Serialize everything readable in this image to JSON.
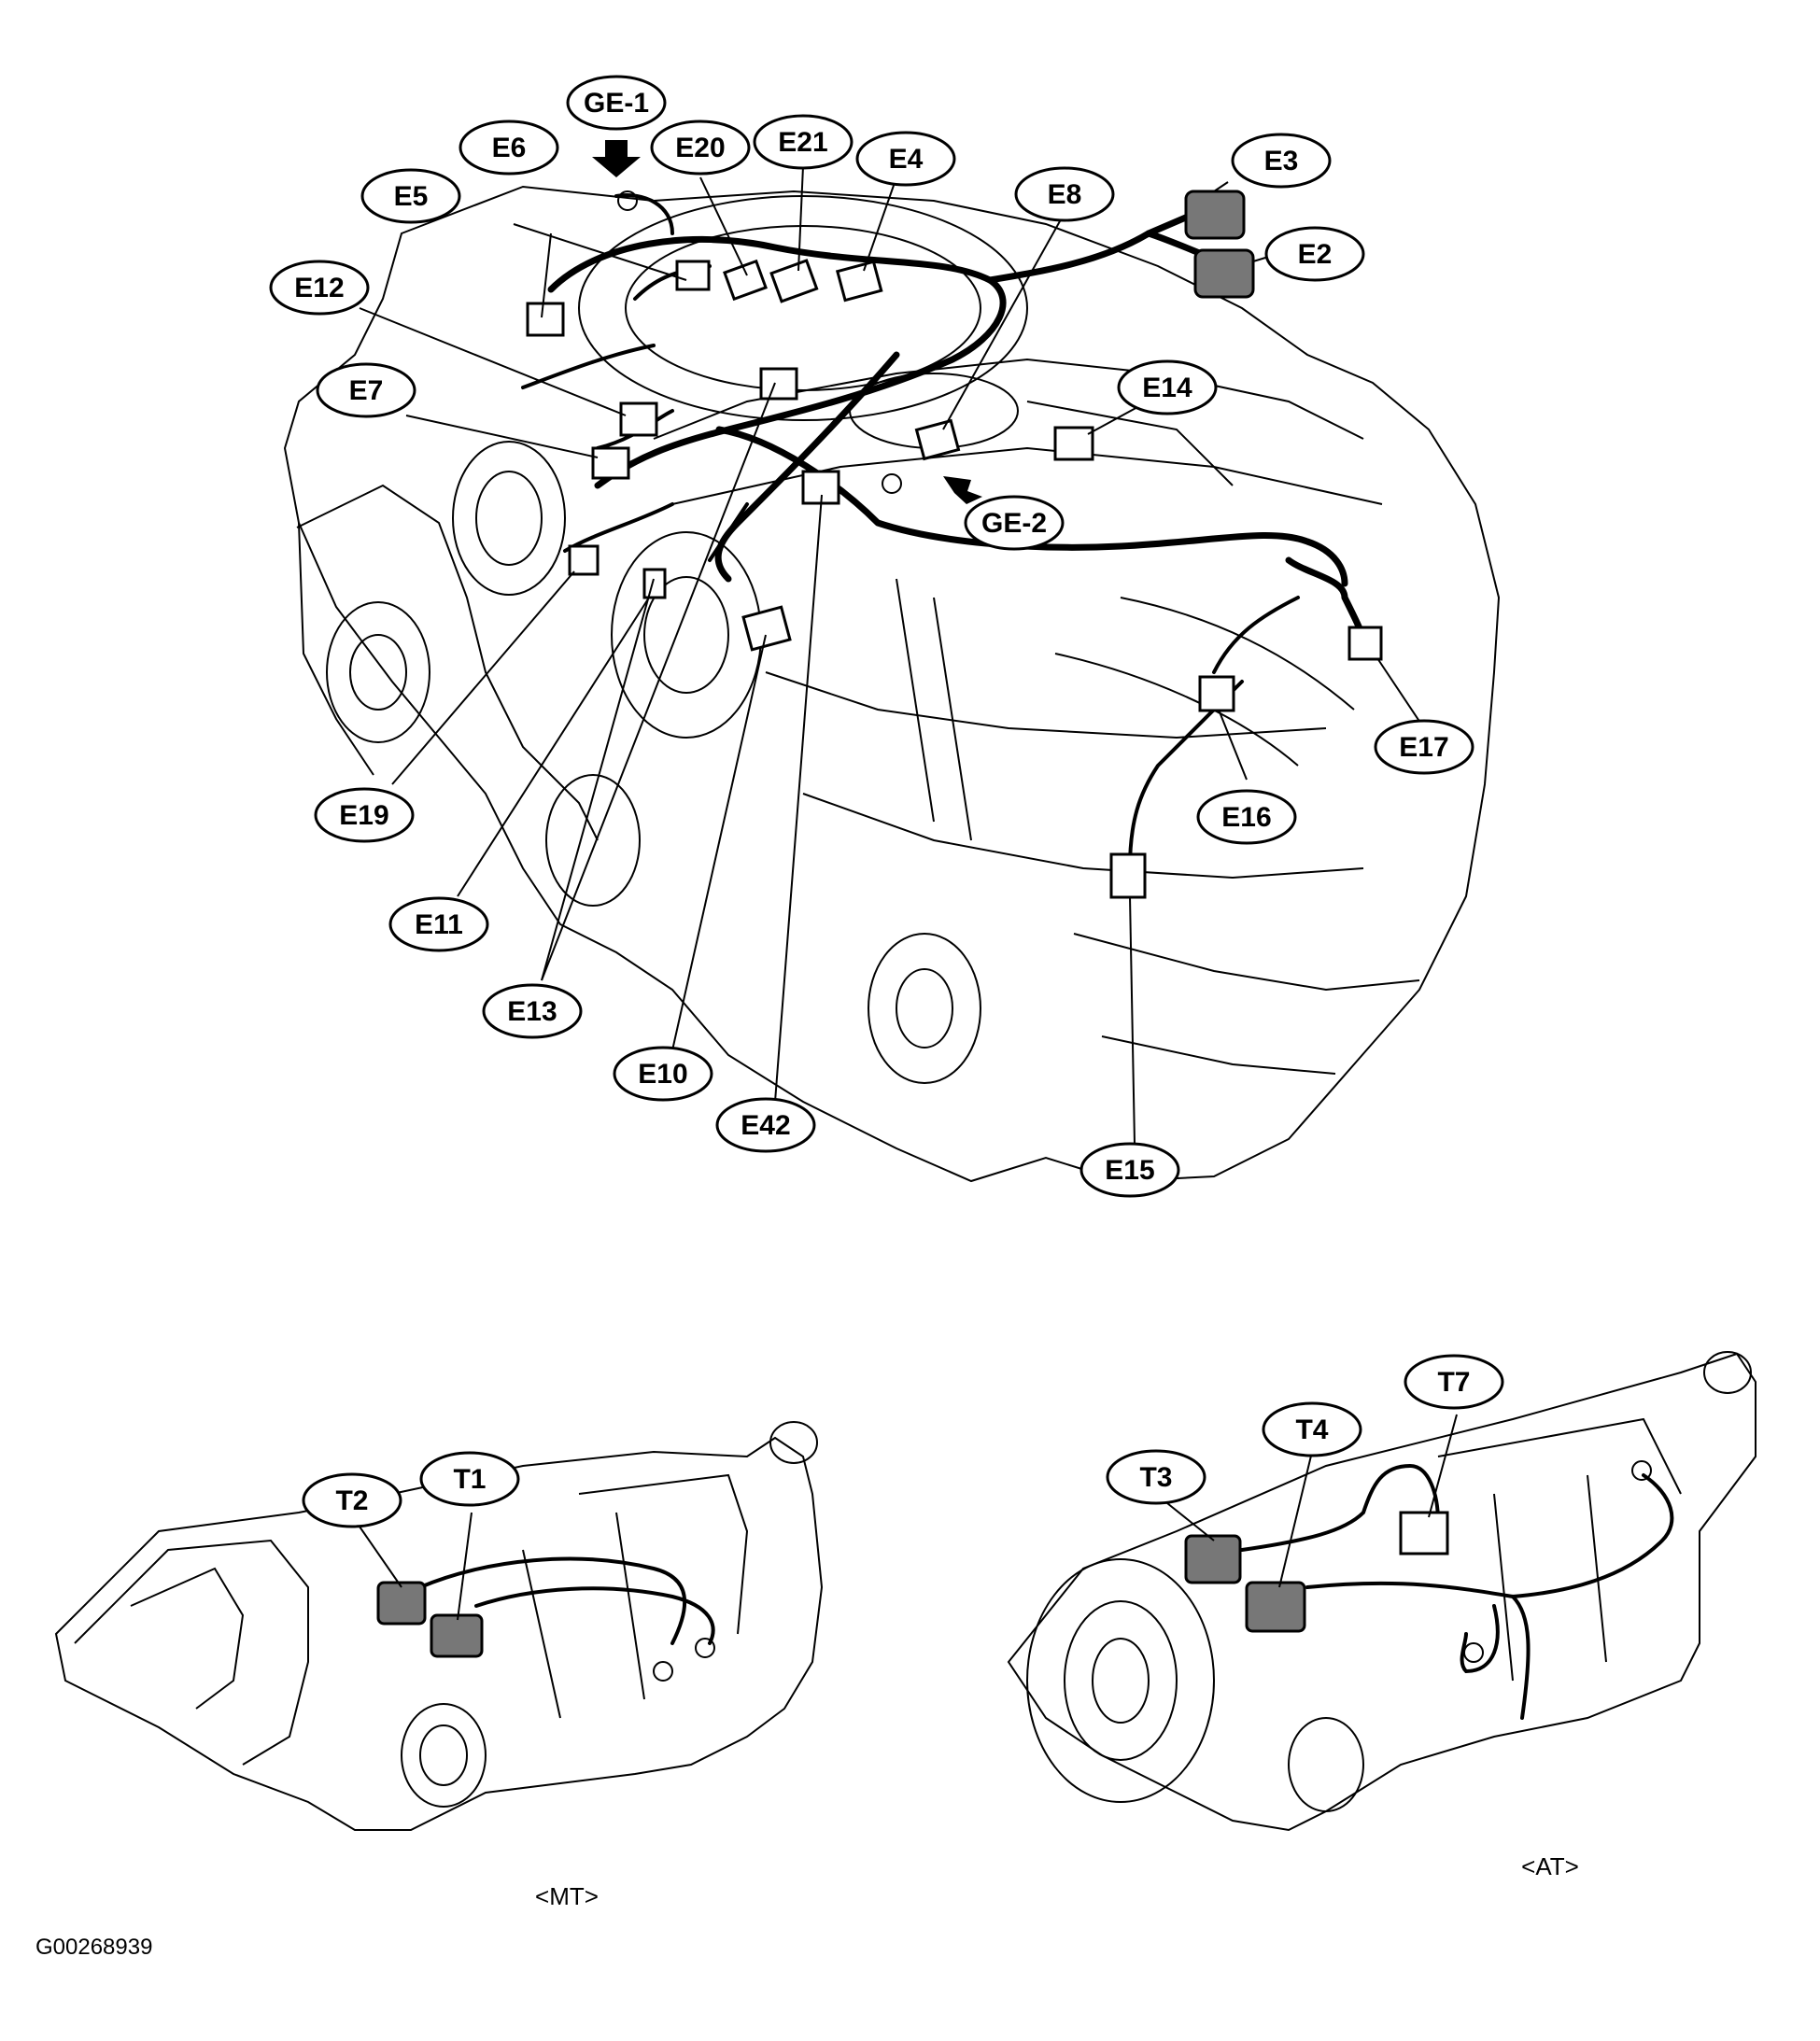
{
  "figure_id": "G00268939",
  "engine": {
    "connectors": [
      {
        "id": "GE-1"
      },
      {
        "id": "E6"
      },
      {
        "id": "E20"
      },
      {
        "id": "E21"
      },
      {
        "id": "E4"
      },
      {
        "id": "E5"
      },
      {
        "id": "E8"
      },
      {
        "id": "E3"
      },
      {
        "id": "E2"
      },
      {
        "id": "E12"
      },
      {
        "id": "E7"
      },
      {
        "id": "E14"
      },
      {
        "id": "GE-2"
      },
      {
        "id": "E17"
      },
      {
        "id": "E16"
      },
      {
        "id": "E19"
      },
      {
        "id": "E11"
      },
      {
        "id": "E13"
      },
      {
        "id": "E10"
      },
      {
        "id": "E42"
      },
      {
        "id": "E15"
      }
    ]
  },
  "mt": {
    "caption": "<MT>",
    "connectors": [
      {
        "id": "T2"
      },
      {
        "id": "T1"
      }
    ]
  },
  "at": {
    "caption": "<AT>",
    "connectors": [
      {
        "id": "T3"
      },
      {
        "id": "T4"
      },
      {
        "id": "T7"
      }
    ]
  }
}
